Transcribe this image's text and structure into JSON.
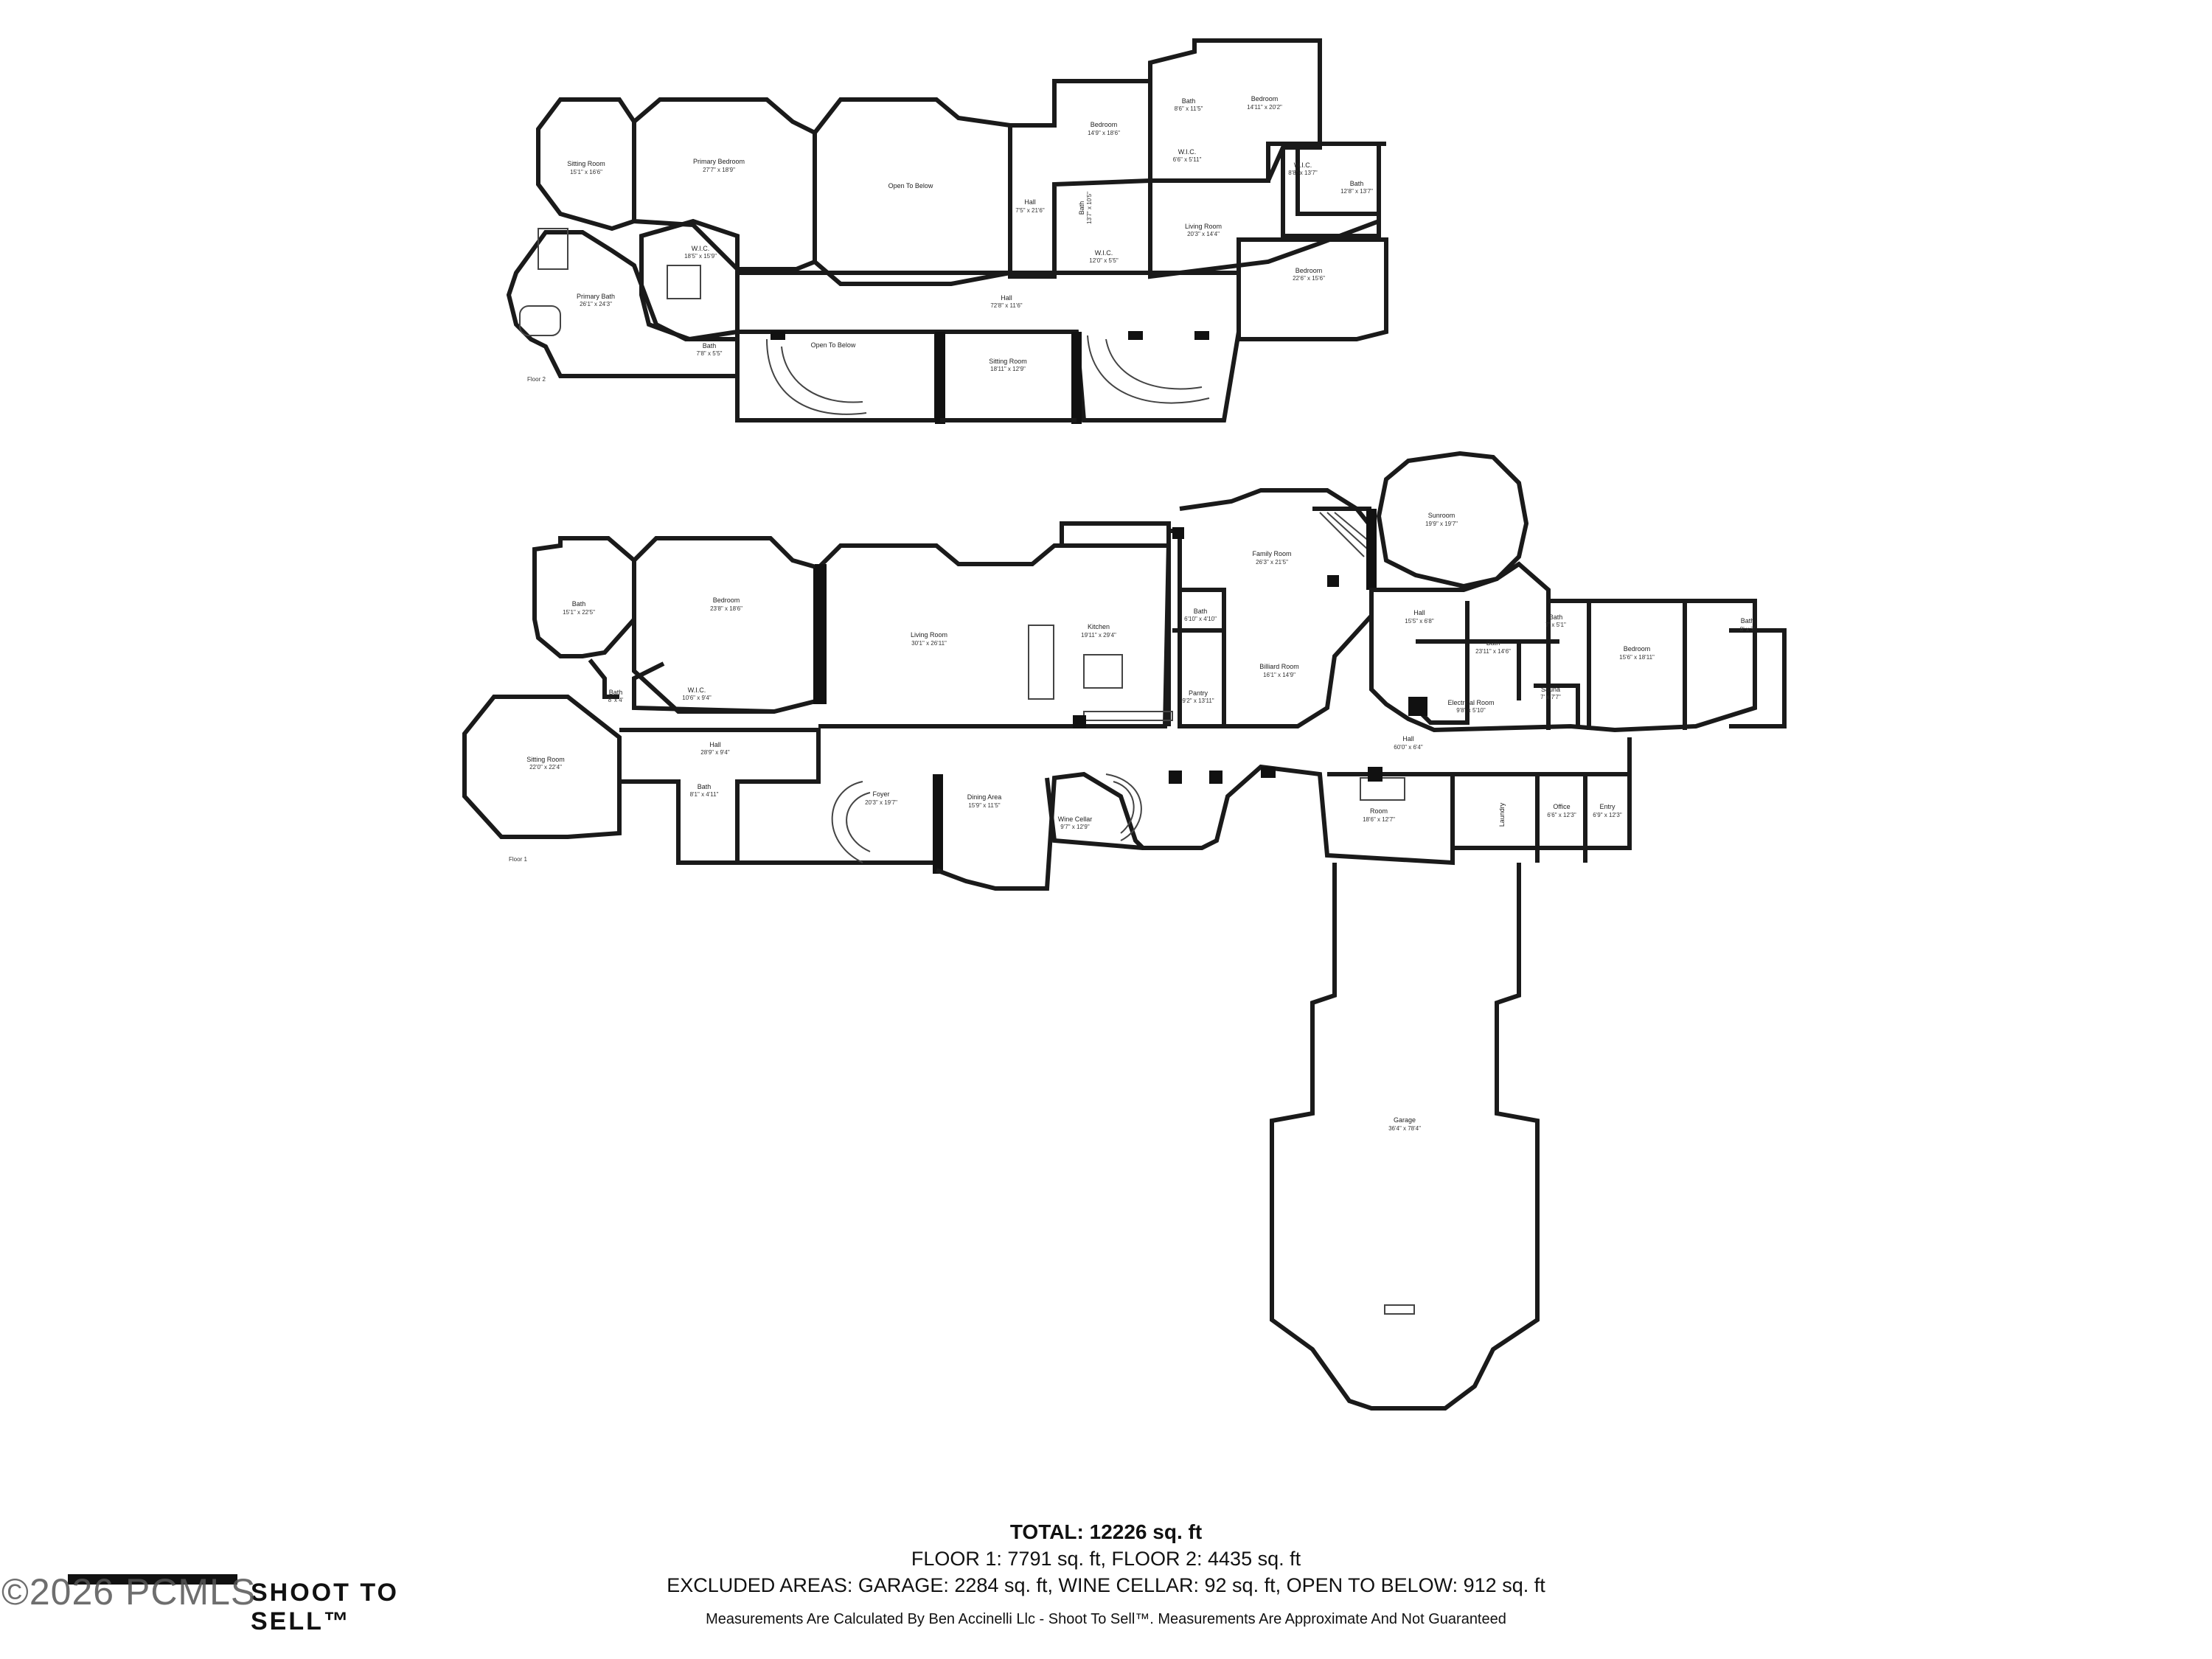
{
  "floor2": {
    "label": "Floor 2",
    "rooms": [
      {
        "name": "Sitting Room",
        "dim": "15'1\" x 16'6\""
      },
      {
        "name": "Primary Bedroom",
        "dim": "27'7\" x 18'9\""
      },
      {
        "name": "Open To Below",
        "dim": ""
      },
      {
        "name": "Bedroom",
        "dim": "14'9\" x 18'6\""
      },
      {
        "name": "Bath",
        "dim": "8'6\" x 11'5\""
      },
      {
        "name": "Bedroom",
        "dim": "14'11\" x 20'2\""
      },
      {
        "name": "W.I.C.",
        "dim": "6'6\" x 5'11\""
      },
      {
        "name": "Hall",
        "dim": "7'5\" x 21'6\""
      },
      {
        "name": "W.I.C.",
        "dim": "8'8\" x 13'7\""
      },
      {
        "name": "Bath",
        "dim": "12'8\" x 13'7\""
      },
      {
        "name": "W.I.C.",
        "dim": "18'5\" x 15'9\""
      },
      {
        "name": "Bath",
        "dim": "13'7\" x 10'5\""
      },
      {
        "name": "Living Room",
        "dim": "20'3\" x 14'4\""
      },
      {
        "name": "W.I.C.",
        "dim": "12'0\" x 5'5\""
      },
      {
        "name": "Primary Bath",
        "dim": "26'1\" x 24'3\""
      },
      {
        "name": "Bedroom",
        "dim": "22'6\" x 15'6\""
      },
      {
        "name": "Hall",
        "dim": "72'8\" x 11'6\""
      },
      {
        "name": "Bath",
        "dim": "7'8\" x 5'5\""
      },
      {
        "name": "Open To Below",
        "dim": ""
      },
      {
        "name": "Sitting Room",
        "dim": "18'11\" x 12'9\""
      }
    ]
  },
  "floor1": {
    "label": "Floor 1",
    "rooms": [
      {
        "name": "Sunroom",
        "dim": "19'9\" x 19'7\""
      },
      {
        "name": "Bath",
        "dim": "15'1\" x 22'5\""
      },
      {
        "name": "Bedroom",
        "dim": "23'8\" x 18'6\""
      },
      {
        "name": "Family Room",
        "dim": "26'3\" x 21'5\""
      },
      {
        "name": "Living Room",
        "dim": "30'1\" x 26'11\""
      },
      {
        "name": "Kitchen",
        "dim": "19'11\" x 29'4\""
      },
      {
        "name": "Bath",
        "dim": "6'10\" x 4'10\""
      },
      {
        "name": "Hall",
        "dim": "15'5\" x 6'8\""
      },
      {
        "name": "Bath",
        "dim": "23'11\" x 14'6\""
      },
      {
        "name": "Bath",
        "dim": "7' x 5'1\""
      },
      {
        "name": "Bedroom",
        "dim": "15'6\" x 18'11\""
      },
      {
        "name": "Bath",
        "dim": "8' x 7'"
      },
      {
        "name": "Billiard Room",
        "dim": "16'1\" x 14'9\""
      },
      {
        "name": "Pantry",
        "dim": "9'2\" x 13'11\""
      },
      {
        "name": "Bath",
        "dim": "8' x 4'"
      },
      {
        "name": "W.I.C.",
        "dim": "10'6\" x 9'4\""
      },
      {
        "name": "Electrical Room",
        "dim": "9'8\" x 5'10\""
      },
      {
        "name": "Sauna",
        "dim": "7' x 7'7\""
      },
      {
        "name": "Sitting Room",
        "dim": "22'0\" x 22'4\""
      },
      {
        "name": "Hall",
        "dim": "28'9\" x 9'4\""
      },
      {
        "name": "Hall",
        "dim": "60'0\" x 6'4\""
      },
      {
        "name": "Bath",
        "dim": "8'1\" x 4'11\""
      },
      {
        "name": "Foyer",
        "dim": "20'3\" x 19'7\""
      },
      {
        "name": "Dining Area",
        "dim": "15'9\" x 11'5\""
      },
      {
        "name": "Wine Cellar",
        "dim": "9'7\" x 12'9\""
      },
      {
        "name": "Room",
        "dim": "18'6\" x 12'7\""
      },
      {
        "name": "Laundry",
        "dim": ""
      },
      {
        "name": "Office",
        "dim": "6'6\" x 12'3\""
      },
      {
        "name": "Entry",
        "dim": "6'9\" x 12'3\""
      },
      {
        "name": "Garage",
        "dim": "36'4\" x 78'4\""
      }
    ]
  },
  "footer": {
    "total": "TOTAL: 12226 sq. ft",
    "floors": "FLOOR 1: 7791 sq. ft, FLOOR 2: 4435 sq. ft",
    "excluded": "EXCLUDED AREAS: GARAGE: 2284 sq. ft, WINE CELLAR: 92 sq. ft, OPEN TO BELOW: 912 sq. ft",
    "disclaimer": "Measurements Are Calculated By Ben Accinelli Llc - Shoot To Sell™. Measurements Are Approximate And Not Guaranteed"
  },
  "brand": {
    "logo_text": "SHOOT TO SELL™",
    "watermark": "©2026 PCMLS"
  }
}
